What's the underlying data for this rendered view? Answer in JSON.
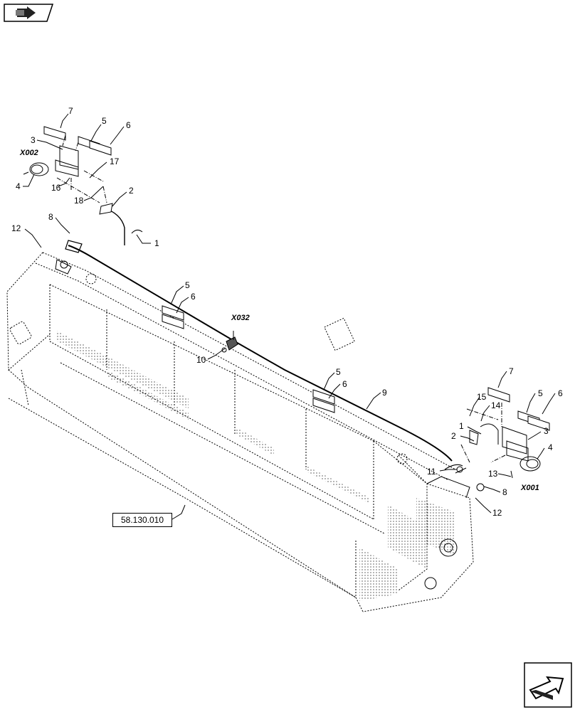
{
  "icons": {
    "top_nav": "previous-page-arrow-icon",
    "bottom_nav": "next-page-arrow-icon"
  },
  "connectors": {
    "x002": "X002",
    "x032": "X032",
    "x001": "X001"
  },
  "reference_box": "58.130.010",
  "callouts": {
    "c7_left": "7",
    "c5_left": "5",
    "c6_left": "6",
    "c3_left": "3",
    "c4_left": "4",
    "c16": "16",
    "c17": "17",
    "c18": "18",
    "c2_left": "2",
    "c1_left": "1",
    "c8_left": "8",
    "c12_left": "12",
    "c5_mid1": "5",
    "c6_mid1": "6",
    "c10": "10",
    "c5_mid2": "5",
    "c6_mid2": "6",
    "c9": "9",
    "c7_right": "7",
    "c15": "15",
    "c14": "14",
    "c5_right": "5",
    "c6_right": "6",
    "c1_right": "1",
    "c2_right": "2",
    "c3_right": "3",
    "c4_right": "4",
    "c11": "11",
    "c13": "13",
    "c8_right": "8",
    "c12_right": "12"
  }
}
